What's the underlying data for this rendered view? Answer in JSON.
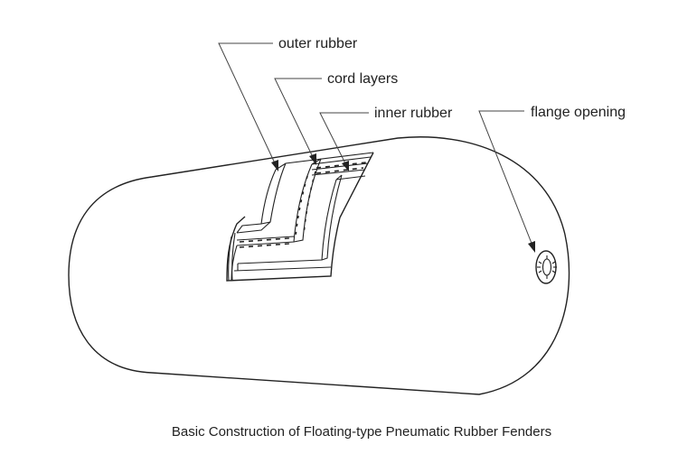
{
  "figure": {
    "title": "Basic Construction of Floating-type Pneumatic Rubber Fenders",
    "subject": "floating pneumatic rubber fender (cutaway view)",
    "line_color": "#222222",
    "background": "#ffffff"
  },
  "callouts": [
    {
      "id": "outer-rubber",
      "label": "outer rubber"
    },
    {
      "id": "cord-layers",
      "label": "cord layers"
    },
    {
      "id": "inner-rubber",
      "label": "inner rubber"
    },
    {
      "id": "flange-opening",
      "label": "flange opening"
    }
  ]
}
